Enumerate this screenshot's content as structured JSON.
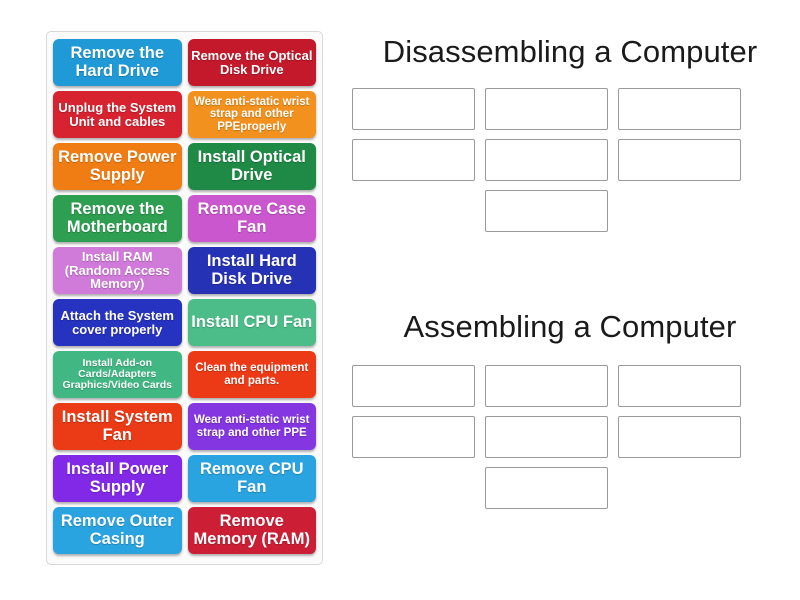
{
  "activity": {
    "type": "drag-and-drop-sorting",
    "background_color": "#ffffff"
  },
  "card_tray": {
    "name": "draggable-cards",
    "border_color": "#d8d8d8",
    "background_color": "#fbfbfb",
    "cards": [
      {
        "label": "Remove the Hard Drive",
        "color": "#1f9ad6",
        "size": "lg"
      },
      {
        "label": "Remove the Optical Disk Drive",
        "color": "#c3192b",
        "size": "md"
      },
      {
        "label": "Unplug the System Unit and cables",
        "color": "#d6232f",
        "size": "md"
      },
      {
        "label": "Wear anti-static wrist strap and other PPEproperly",
        "color": "#f2911e",
        "size": "sm"
      },
      {
        "label": "Remove Power Supply",
        "color": "#f07d13",
        "size": "lg"
      },
      {
        "label": "Install Optical Drive",
        "color": "#1f8a46",
        "size": "lg"
      },
      {
        "label": "Remove the Motherboard",
        "color": "#2e9e50",
        "size": "lg"
      },
      {
        "label": "Remove Case Fan",
        "color": "#cb57cf",
        "size": "lg"
      },
      {
        "label": "Install RAM (Random Access Memory)",
        "color": "#d07ad9",
        "size": "md"
      },
      {
        "label": "Install Hard Disk Drive",
        "color": "#2632b5",
        "size": "lg"
      },
      {
        "label": "Attach the System cover properly",
        "color": "#2632c0",
        "size": "md"
      },
      {
        "label": "Install CPU Fan",
        "color": "#4cbd88",
        "size": "lg"
      },
      {
        "label": "Install Add-on Cards/Adapters Graphics/Video Cards",
        "color": "#41b783",
        "size": "xs"
      },
      {
        "label": "Clean the equipment and parts.",
        "color": "#ec3a17",
        "size": "sm"
      },
      {
        "label": "Install System Fan",
        "color": "#ea3a16",
        "size": "lg"
      },
      {
        "label": "Wear anti-static wrist strap and other PPE",
        "color": "#8436e0",
        "size": "sm"
      },
      {
        "label": "Install Power Supply",
        "color": "#8229e8",
        "size": "lg"
      },
      {
        "label": "Remove CPU Fan",
        "color": "#2aa4e0",
        "size": "lg"
      },
      {
        "label": "Remove Outer Casing",
        "color": "#2aa4e0",
        "size": "lg"
      },
      {
        "label": "Remove Memory (RAM)",
        "color": "#cc1f35",
        "size": "lg"
      }
    ]
  },
  "groups": [
    {
      "heading": "Disassembling a Computer",
      "slot_count": 7,
      "slots": [
        "",
        "",
        "",
        "",
        "",
        "",
        ""
      ]
    },
    {
      "heading": "Assembling a Computer",
      "slot_count": 7,
      "slots": [
        "",
        "",
        "",
        "",
        "",
        "",
        ""
      ]
    }
  ]
}
